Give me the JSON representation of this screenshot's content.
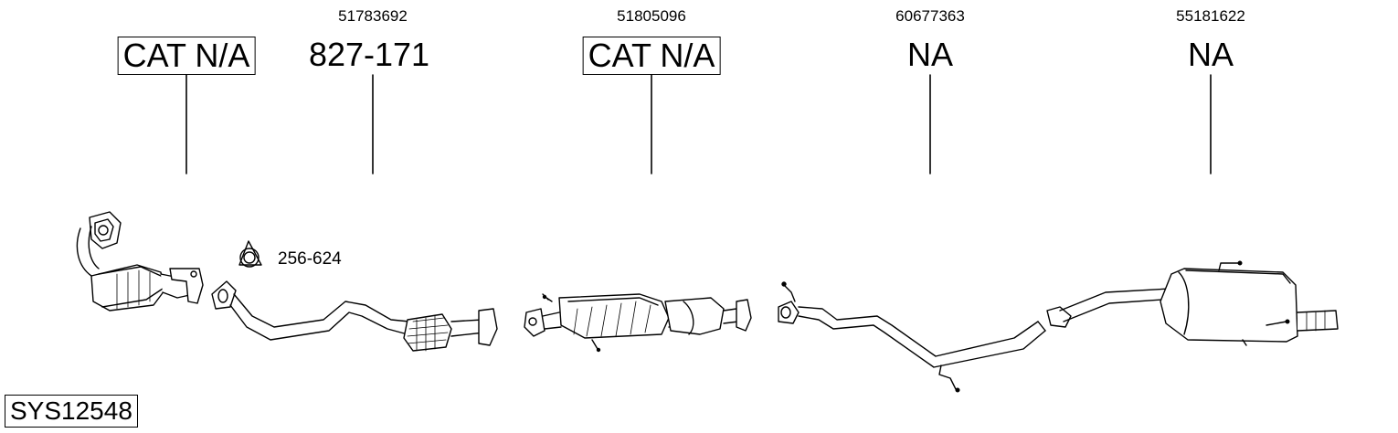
{
  "system_code": "SYS12548",
  "sections": [
    {
      "oem": "",
      "label": "CAT N/A",
      "boxed": true
    },
    {
      "oem": "51783692",
      "label": "827-171",
      "boxed": false
    },
    {
      "oem": "51805096",
      "label": "CAT N/A",
      "boxed": true
    },
    {
      "oem": "60677363",
      "label": "NA",
      "boxed": false
    },
    {
      "oem": "55181622",
      "label": "NA",
      "boxed": false
    }
  ],
  "gasket": {
    "label": "256-624"
  }
}
